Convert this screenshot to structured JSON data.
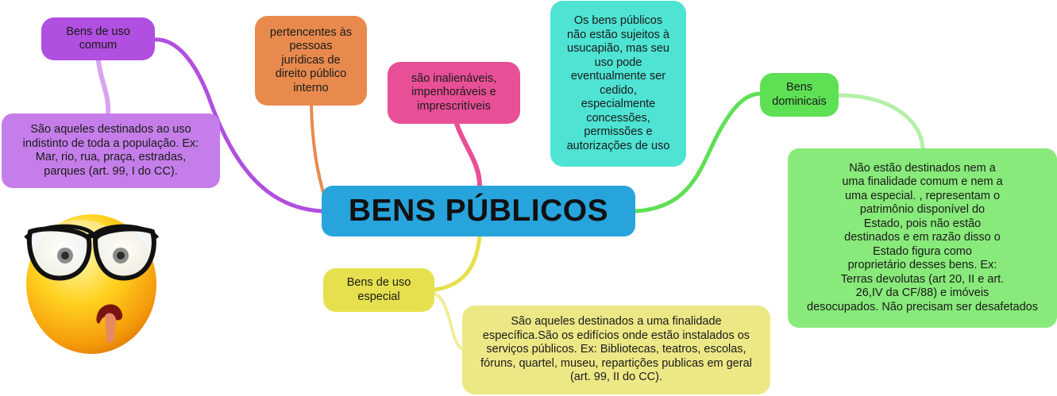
{
  "center": {
    "title": "BENS PÚBLICOS"
  },
  "nodes": {
    "comum_title": "Bens de uso\ncomum",
    "comum_desc": "São aqueles destinados ao uso\nindistinto de toda a população. Ex:\nMar, rio, rua, praça, estradas,\nparques (art. 99, I do CC).",
    "juridicas": "pertencentes às\npessoas\njurídicas de\ndireito público\ninterno",
    "inalienaveis": "são inalienáveis,\nimpenhoráveis e\nimprescritíveis",
    "usucapiao": "Os bens públicos\nnão estão sujeitos à\nusucapião, mas seu\nuso pode\neventualmente ser\ncedido,\nespecialmente\nconcessões,\npermissões e\nautorizações de uso",
    "dominicais_title": "Bens\ndominicais",
    "dominicais_desc": "Não estão destinados nem a\numa finalidade comum e nem a\numa especial. , representam o\npatrimônio disponível do\nEstado, pois não estão\ndestinados e em razão disso o\nEstado figura como\nproprietário desses bens. Ex:\nTerras devolutas (art 20, II e art.\n26,IV da CF/88) e imóveis\ndesocupados. Não precisam ser desafetados",
    "especial_title": "Bens de uso\nespecial",
    "especial_desc": "São aqueles destinados a uma finalidade\nespecífica.São os edifícios onde estão instalados os\nserviços públicos. Ex: Bibliotecas, teatros, escolas,\nfóruns, quartel, museu, repartições publicas em geral\n(art. 99, II do CC)."
  },
  "colors": {
    "center": "#28a4dd",
    "comum": "#b04fe0",
    "comum_light": "#c57ee9",
    "juridicas": "#e88a4e",
    "inalienaveis": "#e84f96",
    "usucapiao": "#4ee3d3",
    "dominicais": "#5ee054",
    "dominicais_light": "#88ea7a",
    "especial": "#e6e04e",
    "especial_light": "#ede886"
  },
  "icons": {
    "emoji": "worried-face-with-glasses-icon"
  }
}
